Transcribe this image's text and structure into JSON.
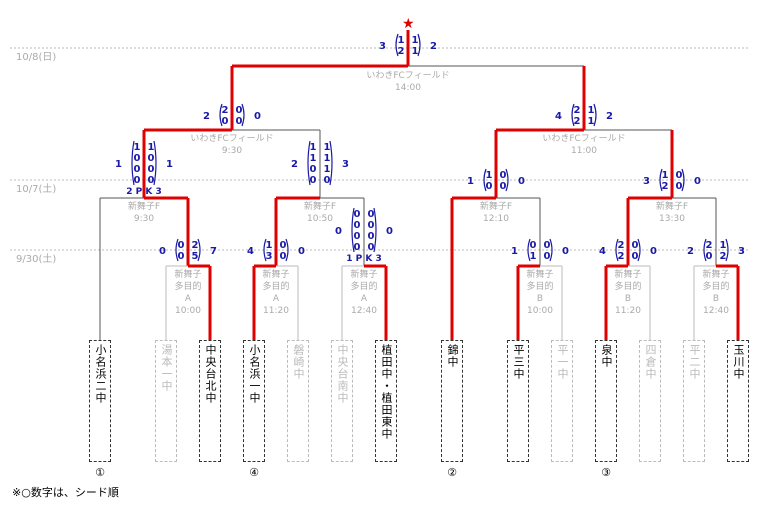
{
  "dates": [
    "10/8(日)",
    "10/7(土)",
    "9/30(土)"
  ],
  "star": "★",
  "note": "※○数字は、シード順",
  "venues": {
    "final": [
      "いわきFCフィールド",
      "14:00"
    ],
    "sf1": [
      "いわきFCフィールド",
      "9:30"
    ],
    "sf2": [
      "いわきFCフィールド",
      "11:00"
    ],
    "qf1": [
      "新舞子F",
      "9:30"
    ],
    "qf2": [
      "新舞子F",
      "10:50"
    ],
    "qf3": [
      "新舞子F",
      "12:10"
    ],
    "qf4": [
      "新舞子F",
      "13:30"
    ],
    "r1a": [
      "新舞子",
      "多目的",
      "A",
      "10:00"
    ],
    "r1b": [
      "新舞子",
      "多目的",
      "A",
      "11:20"
    ],
    "r1c": [
      "新舞子",
      "多目的",
      "A",
      "12:40"
    ],
    "r1d": [
      "新舞子",
      "多目的",
      "B",
      "10:00"
    ],
    "r1e": [
      "新舞子",
      "多目的",
      "B",
      "11:20"
    ],
    "r1f": [
      "新舞子",
      "多目的",
      "B",
      "12:40"
    ]
  },
  "scores": {
    "final": {
      "left": "3",
      "right": "2",
      "halves_left": [
        "1",
        "2"
      ],
      "halves_right": [
        "1",
        "1"
      ]
    },
    "sf1": {
      "left": "2",
      "right": "0",
      "halves_left": [
        "2",
        "0"
      ],
      "halves_right": [
        "0",
        "0"
      ]
    },
    "sf2": {
      "left": "4",
      "right": "2",
      "halves_left": [
        "2",
        "2"
      ],
      "halves_right": [
        "1",
        "1"
      ]
    },
    "qf1": {
      "left": "1",
      "right": "1",
      "halves_left": [
        "1",
        "0",
        "0",
        "0"
      ],
      "halves_right": [
        "1",
        "0",
        "0",
        "0"
      ],
      "pk": "2 P K 3"
    },
    "qf2": {
      "left": "2",
      "right": "3",
      "halves_left": [
        "1",
        "1",
        "0",
        "0"
      ],
      "halves_right": [
        "1",
        "1",
        "1",
        "0"
      ]
    },
    "qf3": {
      "left": "1",
      "right": "0",
      "halves_left": [
        "1",
        "0"
      ],
      "halves_right": [
        "0",
        "0"
      ]
    },
    "qf4": {
      "left": "3",
      "right": "0",
      "halves_left": [
        "1",
        "2"
      ],
      "halves_right": [
        "0",
        "0"
      ]
    },
    "r1a": {
      "left": "0",
      "right": "7",
      "halves_left": [
        "0",
        "0"
      ],
      "halves_right": [
        "2",
        "5"
      ]
    },
    "r1b": {
      "left": "4",
      "right": "0",
      "halves_left": [
        "1",
        "3"
      ],
      "halves_right": [
        "0",
        "0"
      ]
    },
    "r1c": {
      "left": "0",
      "right": "0",
      "halves_left": [
        "0",
        "0",
        "0",
        "0"
      ],
      "halves_right": [
        "0",
        "0",
        "0",
        "0"
      ],
      "pk": "1 P K 3"
    },
    "r1d": {
      "left": "1",
      "right": "0",
      "halves_left": [
        "0",
        "1"
      ],
      "halves_right": [
        "0",
        "0"
      ]
    },
    "r1e": {
      "left": "4",
      "right": "0",
      "halves_left": [
        "2",
        "2"
      ],
      "halves_right": [
        "0",
        "0"
      ]
    },
    "r1f": {
      "left": "2",
      "right": "3",
      "halves_left": [
        "2",
        "0"
      ],
      "halves_right": [
        "1",
        "2"
      ]
    }
  },
  "teams": [
    {
      "name": "小名浜二中",
      "active": true
    },
    {
      "name": "湯本一中",
      "active": false
    },
    {
      "name": "中央台北中",
      "active": true
    },
    {
      "name": "小名浜一中",
      "active": true
    },
    {
      "name": "磐崎中",
      "active": false
    },
    {
      "name": "中央台南中",
      "active": false
    },
    {
      "name": "植田中・植田東中",
      "active": true
    },
    {
      "name": "錦中",
      "active": true
    },
    {
      "name": "平三中",
      "active": true
    },
    {
      "name": "平一中",
      "active": false
    },
    {
      "name": "泉中",
      "active": true
    },
    {
      "name": "四倉中",
      "active": false
    },
    {
      "name": "平二中",
      "active": false
    },
    {
      "name": "玉川中",
      "active": true
    }
  ],
  "seeds": [
    "①",
    "④",
    "②",
    "③"
  ]
}
